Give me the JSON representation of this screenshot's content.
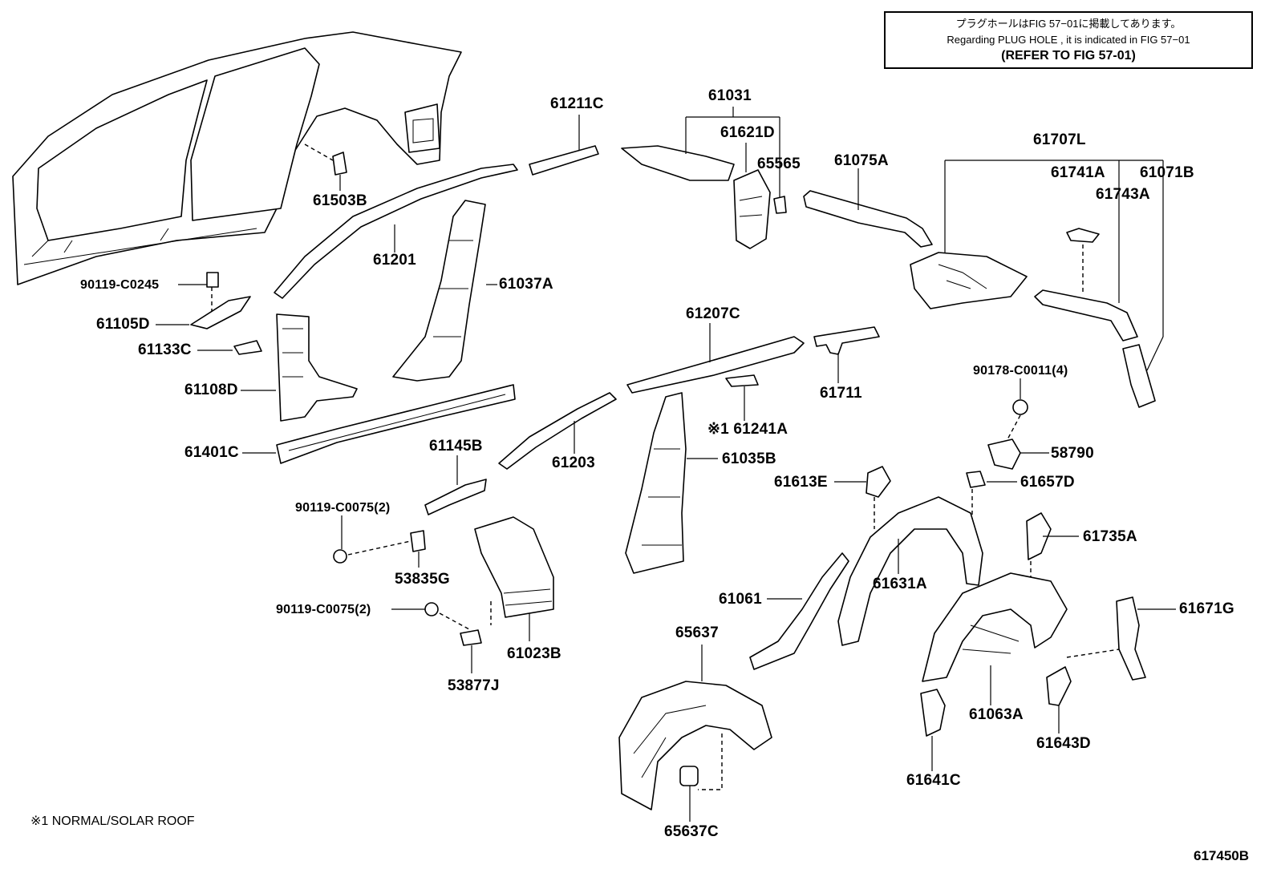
{
  "note": {
    "line_jp": "プラグホールはFIG 57−01に掲載してあります。",
    "line_en": "Regarding  PLUG  HOLE , it is indicated in  FIG  57−01",
    "line_ref": "(REFER  TO  FIG  57-01)"
  },
  "labels": {
    "p61211C": "61211C",
    "p61031": "61031",
    "p61621D": "61621D",
    "p65565": "65565",
    "p61075A": "61075A",
    "p61707L": "61707L",
    "p61741A": "61741A",
    "p61071B": "61071B",
    "p61743A": "61743A",
    "p61503B": "61503B",
    "p61201": "61201",
    "p90119C0245": "90119-C0245",
    "p61037A": "61037A",
    "p61105D": "61105D",
    "p61133C": "61133C",
    "p61207C": "61207C",
    "p61108D": "61108D",
    "p61711": "61711",
    "p90178C0011": "90178-C0011(4)",
    "p61241A": "※1 61241A",
    "p61401C": "61401C",
    "p61145B": "61145B",
    "p61203": "61203",
    "p61035B": "61035B",
    "p58790": "58790",
    "p61613E": "61613E",
    "p61657D": "61657D",
    "p90119C0075a": "90119-C0075(2)",
    "p61735A": "61735A",
    "p53835G": "53835G",
    "p61631A": "61631A",
    "p61061": "61061",
    "p90119C0075b": "90119-C0075(2)",
    "p61671G": "61671G",
    "p65637": "65637",
    "p61023B": "61023B",
    "p61063A": "61063A",
    "p53877J": "53877J",
    "p61643D": "61643D",
    "p61641C": "61641C",
    "p65637C": "65637C"
  },
  "footnote": "※1 NORMAL/SOLAR ROOF",
  "figure_number": "617450B"
}
